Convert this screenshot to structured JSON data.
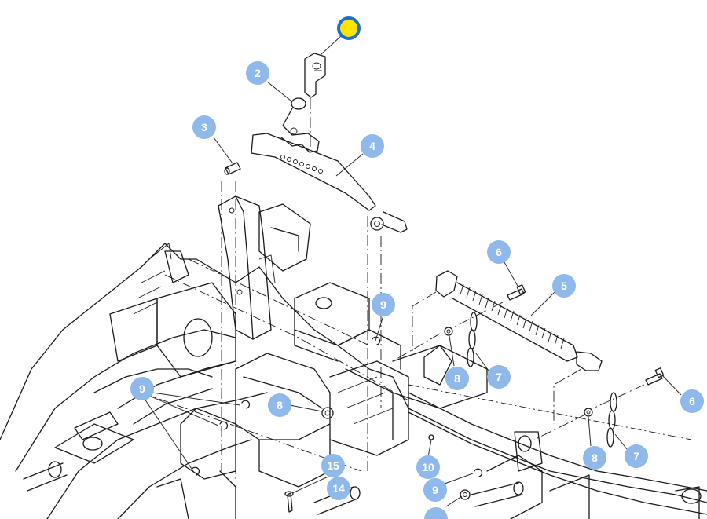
{
  "callouts": [
    {
      "id": "c2",
      "label": "2"
    },
    {
      "id": "c3",
      "label": "3"
    },
    {
      "id": "c4",
      "label": "4"
    },
    {
      "id": "c5",
      "label": "5"
    },
    {
      "id": "c6a",
      "label": "6"
    },
    {
      "id": "c6b",
      "label": "6"
    },
    {
      "id": "c7a",
      "label": "7"
    },
    {
      "id": "c7b",
      "label": "7"
    },
    {
      "id": "c8a",
      "label": "8"
    },
    {
      "id": "c8b",
      "label": "8"
    },
    {
      "id": "c8c",
      "label": "8"
    },
    {
      "id": "c9a",
      "label": "9"
    },
    {
      "id": "c9b",
      "label": "9"
    },
    {
      "id": "c9c",
      "label": "9"
    },
    {
      "id": "c10",
      "label": "10"
    },
    {
      "id": "c14",
      "label": "14"
    },
    {
      "id": "c15",
      "label": "15"
    }
  ],
  "colors": {
    "callout_fill": "#8fb9ea",
    "callout_text": "#ffffff",
    "highlight_ring": "#1f6fd1",
    "highlight_fill": "#ffe500",
    "line": "#1a1a1a"
  }
}
